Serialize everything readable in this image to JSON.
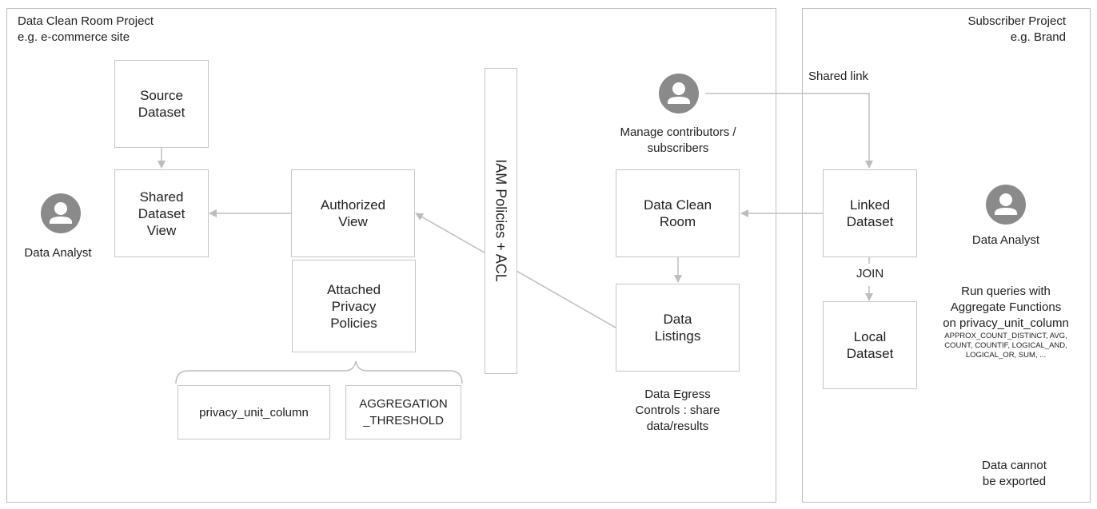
{
  "left_panel": {
    "title_line1": "Data Clean Room Project",
    "title_line2": "e.g. e-commerce site"
  },
  "right_panel": {
    "title_line1": "Subscriber Project",
    "title_line2": "e.g. Brand"
  },
  "boxes": {
    "source_dataset": [
      "Source",
      "Dataset"
    ],
    "shared_dataset_view": [
      "Shared",
      "Dataset",
      "View"
    ],
    "authorized_view": [
      "Authorized",
      "View"
    ],
    "attached_privacy_policies": [
      "Attached",
      "Privacy",
      "Policies"
    ],
    "privacy_unit_column": [
      "privacy_unit_column"
    ],
    "aggregation_threshold": [
      "AGGREGATION",
      "_THRESHOLD"
    ],
    "iam_policies_acl": "IAM Policies + ACL",
    "data_clean_room": [
      "Data Clean",
      "Room"
    ],
    "data_listings": [
      "Data",
      "Listings"
    ],
    "linked_dataset": [
      "Linked",
      "Dataset"
    ],
    "local_dataset": [
      "Local",
      "Dataset"
    ]
  },
  "labels": {
    "data_analyst_left": "Data Analyst",
    "manage_contributors_line1": "Manage contributors /",
    "manage_contributors_line2": "subscribers",
    "shared_link": "Shared link",
    "join": "JOIN",
    "data_egress_line1": "Data Egress",
    "data_egress_line2": "Controls : share",
    "data_egress_line3": "data/results",
    "data_analyst_right": "Data Analyst",
    "run_queries_line1": "Run queries with",
    "run_queries_line2": "Aggregate  Functions",
    "run_queries_line3": "on privacy_unit_column",
    "functions_line1": "APPROX_COUNT_DISTINCT, AVG,",
    "functions_line2": "COUNT, COUNTIF, LOGICAL_AND,",
    "functions_line3": "LOGICAL_OR, SUM, ...",
    "cannot_export_line1": "Data cannot",
    "cannot_export_line2": "be exported"
  },
  "colors": {
    "box_border": "#c6c6c6",
    "arrow": "#bdbdbd",
    "avatar": "#8a8a8a"
  },
  "icons": [
    "person-icon"
  ]
}
